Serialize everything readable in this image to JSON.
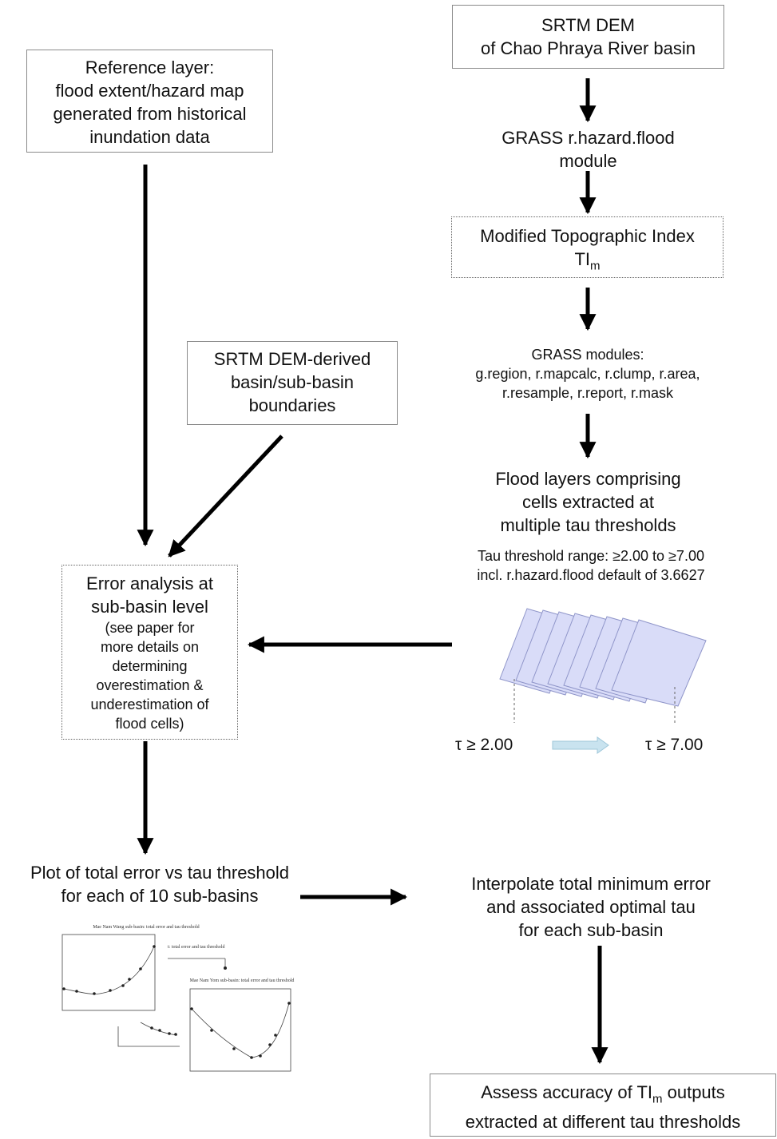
{
  "nodes": {
    "srtm_dem": {
      "lines": [
        "SRTM DEM",
        "of Chao Phraya River basin"
      ]
    },
    "grass_hazard": {
      "lines": [
        "GRASS r.hazard.flood",
        "module"
      ]
    },
    "modified_ti": {
      "line1": "Modified Topographic Index",
      "ti_main": "TI",
      "ti_sub": "m"
    },
    "grass_modules": {
      "lines": [
        "GRASS modules:",
        "g.region, r.mapcalc, r.clump, r.area,",
        "r.resample, r.report, r.mask"
      ]
    },
    "flood_layers": {
      "lines": [
        "Flood layers comprising",
        "cells extracted at",
        "multiple tau thresholds"
      ]
    },
    "tau_range": {
      "lines": [
        "Tau threshold range: ≥2.00 to  ≥7.00",
        "incl. r.hazard.flood default of 3.6627"
      ]
    },
    "tau_axis": {
      "start": "τ  ≥ 2.00",
      "end": "τ  ≥ 7.00"
    },
    "reference_layer": {
      "lines": [
        "Reference layer:",
        "flood extent/hazard map",
        "generated from historical",
        "inundation data"
      ]
    },
    "boundaries": {
      "lines": [
        "SRTM DEM-derived",
        "basin/sub-basin",
        "boundaries"
      ]
    },
    "error_analysis": {
      "title_lines": [
        "Error analysis at",
        "sub-basin level"
      ],
      "detail_lines": [
        "(see paper for",
        "more details on",
        "determining",
        "overestimation &",
        "underestimation of",
        "flood cells)"
      ]
    },
    "plot_error": {
      "lines": [
        "Plot of total error vs tau threshold",
        "for each of 10 sub-basins"
      ]
    },
    "interpolate": {
      "lines": [
        "Interpolate total minimum error",
        "and associated optimal tau",
        "for each sub-basin"
      ]
    },
    "assess": {
      "line1_pre": "Assess accuracy of TI",
      "line1_sub": "m",
      "line1_post": " outputs",
      "line2": "extracted at different tau thresholds"
    }
  },
  "thumbnails": {
    "plot1_title": "Mae Nam Wang sub-basin: total error and tau threshold",
    "plot2_title": "Mae Nam Yom sub-basin: total error and tau threshold",
    "plot_mid_title": "t: total error and tau threshold"
  },
  "colors": {
    "layer_fill": "#d9dcf8",
    "layer_stroke": "#8f95c9",
    "tau_arrow": "#c9e3ef",
    "tau_arrow_stroke": "#9fc7da"
  }
}
